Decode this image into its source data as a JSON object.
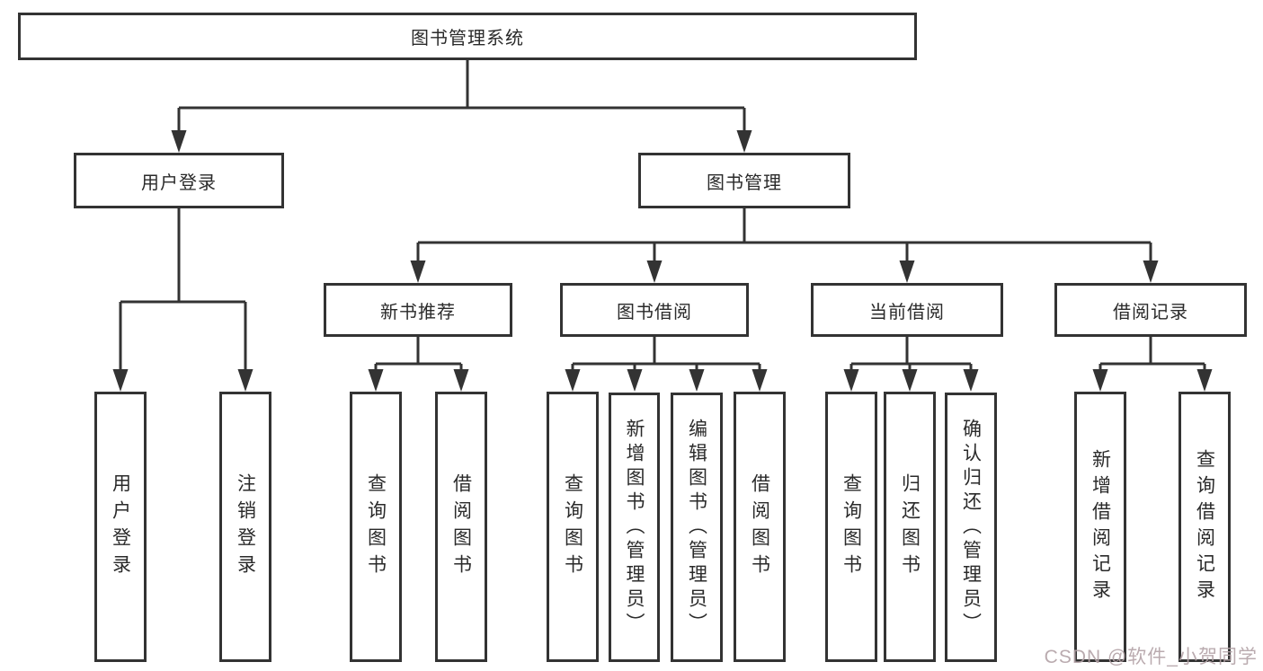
{
  "diagram": {
    "root": {
      "label": "图书管理系统"
    },
    "level2": [
      "用户登录",
      "图书管理"
    ],
    "level3": [
      "新书推荐",
      "图书借阅",
      "当前借阅",
      "借阅记录"
    ],
    "leaves_user_login": [
      "用户登录",
      "注销登录"
    ],
    "leaves_new_book": [
      "查询图书",
      "借阅图书"
    ],
    "leaves_book_borrow": [
      "查询图书",
      "新增图书（管理员）",
      "编辑图书（管理员）",
      "借阅图书"
    ],
    "leaves_current_borrow": [
      "查询图书",
      "归还图书",
      "确认归还（管理员）"
    ],
    "leaves_borrow_record": [
      "新增借阅记录",
      "查询借阅记录"
    ]
  },
  "watermark": {
    "text": "CSDN @软件_小贺同学"
  },
  "colors": {
    "line": "#333333",
    "text": "#2a2a2a",
    "watermark": "#b2a2a6",
    "background": "#ffffff"
  }
}
